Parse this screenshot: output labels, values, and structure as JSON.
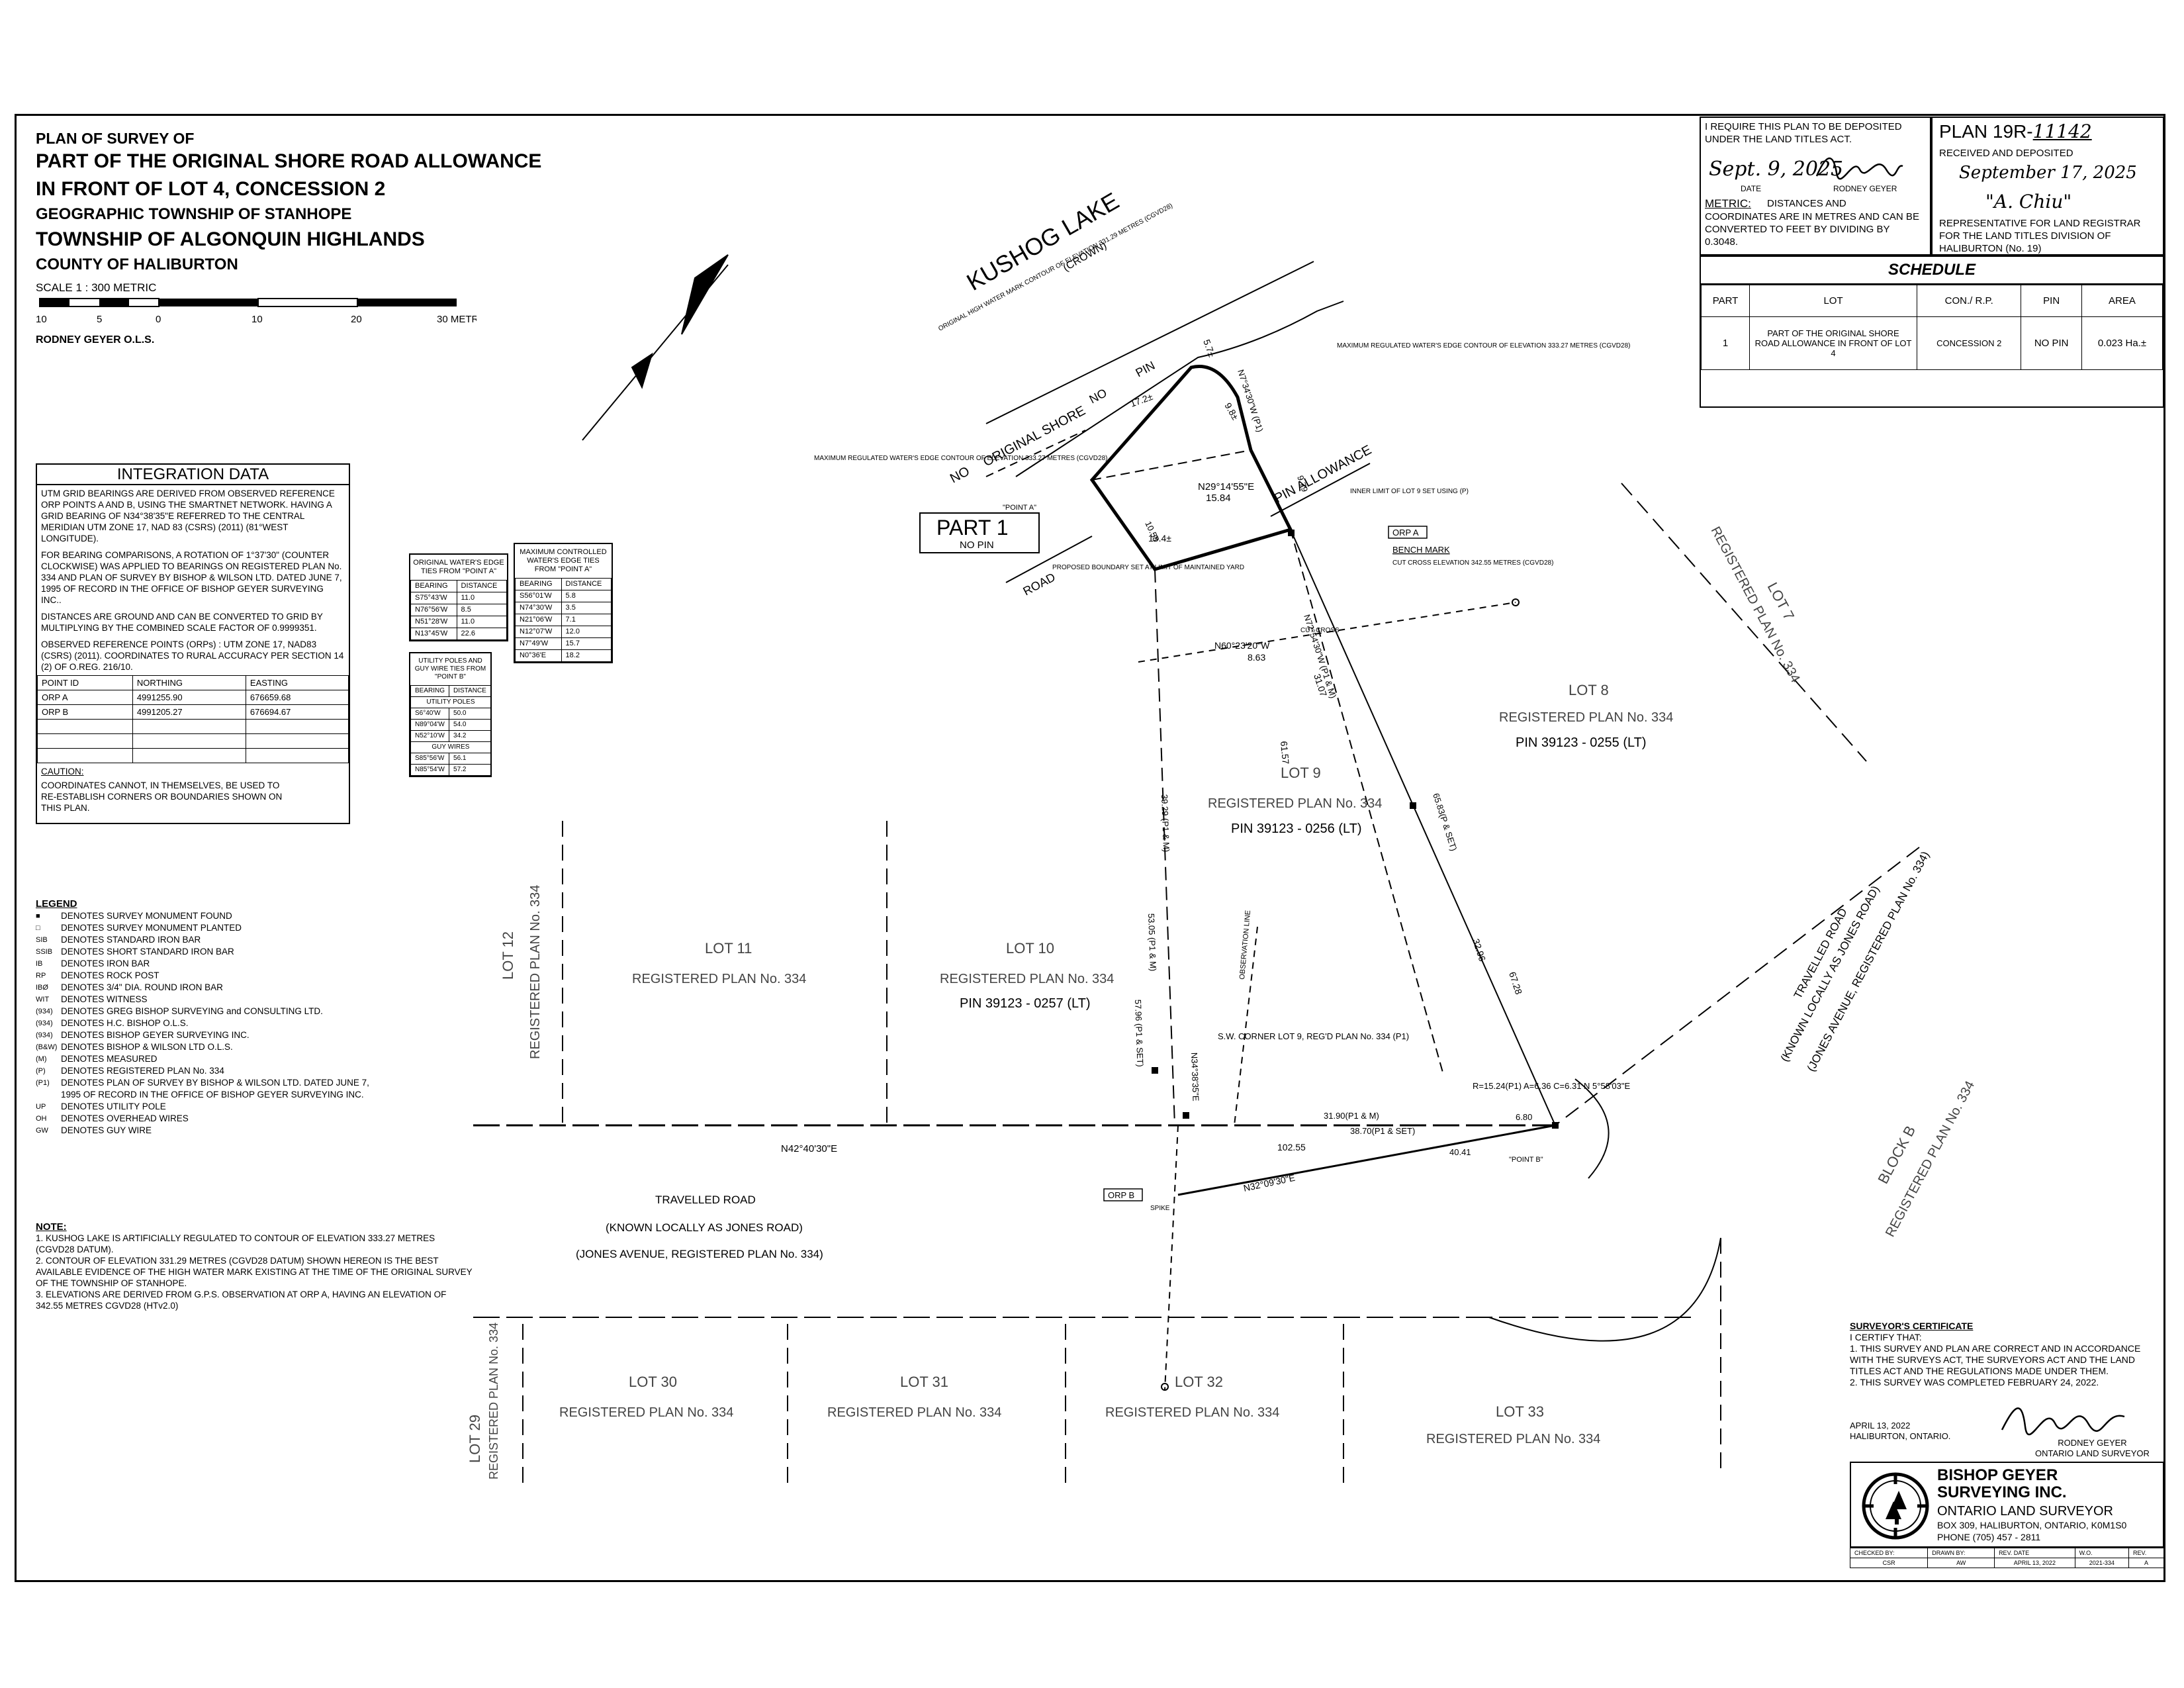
{
  "title": {
    "line1": "PLAN OF SURVEY OF",
    "line2": "PART OF THE ORIGINAL SHORE ROAD ALLOWANCE",
    "line3": "IN FRONT OF LOT 4, CONCESSION 2",
    "line4": "GEOGRAPHIC TOWNSHIP OF STANHOPE",
    "line5": "TOWNSHIP OF ALGONQUIN HIGHLANDS",
    "line6": "COUNTY OF HALIBURTON",
    "scale": "SCALE 1 : 300 METRIC",
    "scale_ticks": [
      "10",
      "5",
      "0",
      "10",
      "20",
      "30 METRES"
    ],
    "surveyor": "RODNEY GEYER O.L.S."
  },
  "deposit": {
    "require": "I REQUIRE THIS PLAN TO BE DEPOSITED UNDER THE LAND TITLES ACT.",
    "date_sig": "Sept. 9, 2025",
    "date_label": "DATE",
    "signer": "RODNEY GEYER",
    "metric_title": "METRIC:",
    "metric_text1": "DISTANCES AND",
    "metric_text2": "COORDINATES ARE IN METRES AND CAN BE CONVERTED TO FEET BY DIVIDING BY 0.3048.",
    "plan_label": "PLAN 19R-",
    "plan_number": "11142",
    "received": "RECEIVED AND DEPOSITED",
    "received_date": "September 17, 2025",
    "rep_sig": "\"A. Chiu\"",
    "rep_text": "REPRESENTATIVE FOR LAND REGISTRAR FOR THE LAND TITLES DIVISION OF HALIBURTON (No. 19)"
  },
  "schedule": {
    "title": "SCHEDULE",
    "headers": [
      "PART",
      "LOT",
      "CON./ R.P.",
      "PIN",
      "AREA"
    ],
    "rows": [
      [
        "1",
        "PART OF THE ORIGINAL SHORE ROAD ALLOWANCE IN FRONT OF LOT 4",
        "CONCESSION 2",
        "NO PIN",
        "0.023 Ha.±"
      ]
    ]
  },
  "integration": {
    "title": "INTEGRATION DATA",
    "p1": "UTM GRID BEARINGS ARE DERIVED FROM OBSERVED REFERENCE ORP POINTS A AND B, USING THE SMARTNET NETWORK. HAVING A GRID BEARING OF N34°38'35\"E REFERRED TO THE CENTRAL MERIDIAN UTM ZONE 17, NAD 83 (CSRS) (2011) (81°WEST LONGITUDE).",
    "p2": "FOR BEARING COMPARISONS, A ROTATION OF 1°37'30\" (COUNTER CLOCKWISE) WAS APPLIED TO BEARINGS ON REGISTERED PLAN No. 334 AND PLAN OF SURVEY BY BISHOP & WILSON LTD. DATED JUNE 7, 1995 OF RECORD IN THE OFFICE OF BISHOP GEYER SURVEYING INC..",
    "p3": "DISTANCES ARE GROUND AND CAN BE CONVERTED TO GRID BY MULTIPLYING BY THE COMBINED SCALE FACTOR OF 0.9999351.",
    "p4": "OBSERVED REFERENCE POINTS (ORPs) : UTM ZONE 17, NAD83 (CSRS) (2011). COORDINATES TO RURAL ACCURACY PER SECTION 14 (2) OF O.REG. 216/10.",
    "headers": [
      "POINT ID",
      "NORTHING",
      "EASTING"
    ],
    "rows": [
      [
        "ORP A",
        "4991255.90",
        "676659.68"
      ],
      [
        "ORP B",
        "4991205.27",
        "676694.67"
      ]
    ],
    "caution_title": "CAUTION:",
    "caution": "COORDINATES CANNOT, IN THEMSELVES, BE USED TO RE-ESTABLISH CORNERS OR BOUNDARIES SHOWN ON THIS PLAN."
  },
  "ties_a": {
    "title": "ORIGINAL WATER'S EDGE TIES FROM \"POINT A\"",
    "headers": [
      "BEARING",
      "DISTANCE"
    ],
    "rows": [
      [
        "S75°43'W",
        "11.0"
      ],
      [
        "N76°56'W",
        "8.5"
      ],
      [
        "N51°28'W",
        "11.0"
      ],
      [
        "N13°45'W",
        "22.6"
      ]
    ]
  },
  "ties_b": {
    "title": "MAXIMUM CONTROLLED WATER'S EDGE TIES FROM \"POINT A\"",
    "headers": [
      "BEARING",
      "DISTANCE"
    ],
    "rows": [
      [
        "S56°01'W",
        "5.8"
      ],
      [
        "N74°30'W",
        "3.5"
      ],
      [
        "N21°06'W",
        "7.1"
      ],
      [
        "N12°07'W",
        "12.0"
      ],
      [
        "N7°49'W",
        "15.7"
      ],
      [
        "N0°36'E",
        "18.2"
      ]
    ]
  },
  "ties_c": {
    "title": "UTILITY POLES AND GUY WIRE TIES FROM \"POINT B\"",
    "headers": [
      "BEARING",
      "DISTANCE"
    ],
    "sub1": "UTILITY POLES",
    "rows1": [
      [
        "S6°40'W",
        "50.0"
      ],
      [
        "N89°04'W",
        "54.0"
      ],
      [
        "N52°10'W",
        "34.2"
      ]
    ],
    "sub2": "GUY WIRES",
    "rows2": [
      [
        "S85°56'W",
        "56.1"
      ],
      [
        "N85°54'W",
        "57.2"
      ]
    ]
  },
  "legend": {
    "title": "LEGEND",
    "items": [
      [
        "■",
        "DENOTES SURVEY MONUMENT FOUND"
      ],
      [
        "□",
        "DENOTES SURVEY MONUMENT PLANTED"
      ],
      [
        "SIB",
        "DENOTES STANDARD IRON BAR"
      ],
      [
        "SSIB",
        "DENOTES SHORT STANDARD IRON BAR"
      ],
      [
        "IB",
        "DENOTES IRON BAR"
      ],
      [
        "RP",
        "DENOTES ROCK POST"
      ],
      [
        "IBØ",
        "DENOTES 3/4\" DIA. ROUND IRON BAR"
      ],
      [
        "WIT",
        "DENOTES WITNESS"
      ],
      [
        "(934)",
        "DENOTES GREG BISHOP SURVEYING and CONSULTING LTD."
      ],
      [
        "(934)",
        "DENOTES H.C. BISHOP O.L.S."
      ],
      [
        "(934)",
        "DENOTES BISHOP GEYER SURVEYING INC."
      ],
      [
        "(B&W)",
        "DENOTES BISHOP & WILSON LTD O.L.S."
      ],
      [
        "(M)",
        "DENOTES MEASURED"
      ],
      [
        "(P)",
        "DENOTES REGISTERED PLAN No. 334"
      ],
      [
        "(P1)",
        "DENOTES PLAN OF SURVEY BY BISHOP & WILSON LTD. DATED JUNE 7, 1995 OF RECORD IN THE OFFICE OF BISHOP GEYER SURVEYING INC."
      ],
      [
        "UP",
        "DENOTES UTILITY POLE"
      ],
      [
        "OH",
        "DENOTES OVERHEAD WIRES"
      ],
      [
        "GW",
        "DENOTES GUY WIRE"
      ]
    ]
  },
  "notes": {
    "title": "NOTE:",
    "items": [
      "1.  KUSHOG LAKE IS ARTIFICIALLY REGULATED TO CONTOUR OF ELEVATION 333.27 METRES (CGVD28 DATUM).",
      "2.  CONTOUR OF ELEVATION 331.29 METRES (CGVD28 DATUM) SHOWN HEREON IS THE BEST AVAILABLE EVIDENCE OF THE HIGH WATER MARK EXISTING AT THE TIME OF THE ORIGINAL SURVEY OF THE TOWNSHIP OF STANHOPE.",
      "3.  ELEVATIONS ARE DERIVED FROM G.P.S. OBSERVATION AT ORP A, HAVING AN ELEVATION OF 342.55 METRES CGVD28 (HTv2.0)"
    ]
  },
  "certificate": {
    "title": "SURVEYOR'S CERTIFICATE",
    "line0": "I CERTIFY THAT:",
    "line1": "1.  THIS SURVEY AND PLAN ARE CORRECT AND IN ACCORDANCE WITH THE SURVEYS ACT, THE SURVEYORS ACT AND THE LAND TITLES ACT AND THE REGULATIONS MADE UNDER THEM.",
    "line2": "2.  THIS SURVEY WAS COMPLETED FEBRUARY 24, 2022.",
    "date": "APRIL 13, 2022",
    "place": "HALIBURTON, ONTARIO.",
    "name": "RODNEY GEYER",
    "role": "ONTARIO LAND SURVEYOR"
  },
  "firm": {
    "name1": "BISHOP GEYER",
    "name2": "SURVEYING INC.",
    "role": "ONTARIO LAND SURVEYOR",
    "address": "BOX 309, HALIBURTON, ONTARIO, K0M1S0",
    "phone": "PHONE (705) 457 - 2811"
  },
  "footer": {
    "headers": [
      "CHECKED BY:",
      "DRAWN BY:",
      "REV. DATE",
      "W.O.",
      "REV."
    ],
    "values": [
      "CSR",
      "AW",
      "APRIL 13, 2022",
      "2021-334",
      "A"
    ]
  },
  "map": {
    "lake": "KUSHOG LAKE",
    "crown": "(CROWN)",
    "original_no_pin": "ORIGINAL SHORE",
    "road_no": "NO",
    "pin_allowance": "PIN ALLOWANCE",
    "no_pin1": "NO",
    "no_pin2": "PIN",
    "road": "ROAD",
    "part1": "PART 1",
    "part1_sub": "NO PIN",
    "orp_a": "ORP A",
    "orp_b": "ORP B",
    "bench": "BENCH MARK",
    "bench_sub": "CUT CROSS ELEVATION 342.55 METRES (CGVD28)",
    "hwm": "ORIGINAL HIGH WATER MARK CONTOUR OF ELEVATION 331.29 METRES (CGVD28)",
    "maxreg1": "MAXIMUM REGULATED WATER'S EDGE CONTOUR OF ELEVATION 333.27 METRES (CGVD28)",
    "maxreg2": "MAXIMUM REGULATED WATER'S EDGE CONTOUR OF ELEVATION 333.27 METRES (CGVD28)",
    "inner_limit": "INNER LIMIT OF LOT 9 SET USING (P)",
    "proposed": "PROPOSED BOUNDARY SET AT LIMIT OF MAINTAINED YARD",
    "point_a": "\"POINT A\"",
    "point_b": "\"POINT B\"",
    "sw_corner": "S.W. CORNER LOT 9, REG'D PLAN No. 334 (P1)",
    "curve": "R=15.24(P1) A=6.36 C=6.31 N 5°58'03\"E",
    "spike": "SPIKE",
    "cut_cross": "CUT CROSS",
    "obs_line": "OBSERVATION LINE",
    "lot7": "LOT 7",
    "lot7_plan": "REGISTERED PLAN No. 334",
    "lot8": "LOT 8",
    "lot8_plan": "REGISTERED PLAN No. 334",
    "lot8_pin": "PIN 39123 - 0255 (LT)",
    "lot9": "LOT 9",
    "lot9_plan": "REGISTERED PLAN No. 334",
    "lot9_pin": "PIN 39123 - 0256 (LT)",
    "lot10": "LOT 10",
    "lot10_plan": "REGISTERED PLAN No. 334",
    "lot10_pin": "PIN 39123 - 0257 (LT)",
    "lot11": "LOT 11",
    "lot11_plan": "REGISTERED PLAN No. 334",
    "lot12": "LOT 12",
    "lot12_plan": "REGISTERED PLAN No. 334",
    "lot29": "LOT 29",
    "lot29_plan": "REGISTERED PLAN No. 334",
    "lot30": "LOT 30",
    "lot30_plan": "REGISTERED PLAN No. 334",
    "lot31": "LOT 31",
    "lot31_plan": "REGISTERED PLAN No. 334",
    "lot32": "LOT 32",
    "lot32_plan": "REGISTERED PLAN No. 334",
    "lot33": "LOT 33",
    "lot33_plan": "REGISTERED PLAN No. 334",
    "blockb": "BLOCK B",
    "blockb_plan": "REGISTERED PLAN No. 334",
    "trav1": "TRAVELLED ROAD",
    "trav1_sub1": "(KNOWN LOCALLY AS JONES ROAD)",
    "trav1_sub2": "(JONES AVENUE, REGISTERED PLAN No. 334)",
    "trav2": "TRAVELLED ROAD",
    "trav2_sub1": "(KNOWN LOCALLY AS JONES ROAD)",
    "trav2_sub2": "(JONES AVENUE, REGISTERED PLAN No. 334)",
    "b_n42": "N42°40'30\"E",
    "b_n29": "N29°14'55\"E",
    "b_15_84": "15.84",
    "b_n60": "N60°23'20\"W",
    "b_8_63": "8.63",
    "b_n32": "N32°09'30\"E",
    "d_102_55": "102.55",
    "d_31_90": "31.90(P1 & M)",
    "d_38_70": "38.70(P1 & SET)",
    "d_40_41": "40.41",
    "d_6_80": "6.80",
    "d_17_2": "17.2±",
    "d_13_4": "13.4±",
    "d_9_8": "9.8±",
    "d_5_7": "5.7±",
    "d_31_07": "31.07",
    "d_61_57": "61.57",
    "d_65_83": "65.83(P & SET)",
    "d_32_96": "32.96",
    "d_67_28": "67.28",
    "d_53_05": "53.05 (P1 & M)",
    "d_57_96": "57.96 (P1 & SET)",
    "d_39_29": "39.29 (P1 & M)",
    "d_10_58": "10.58",
    "d_9_79": "9.79",
    "b_n34": "N34°38'35\"E",
    "b_n7": "N7°34'30\"W (P1)",
    "b_n72": "N72°54'30\"W (P1 & M)"
  }
}
